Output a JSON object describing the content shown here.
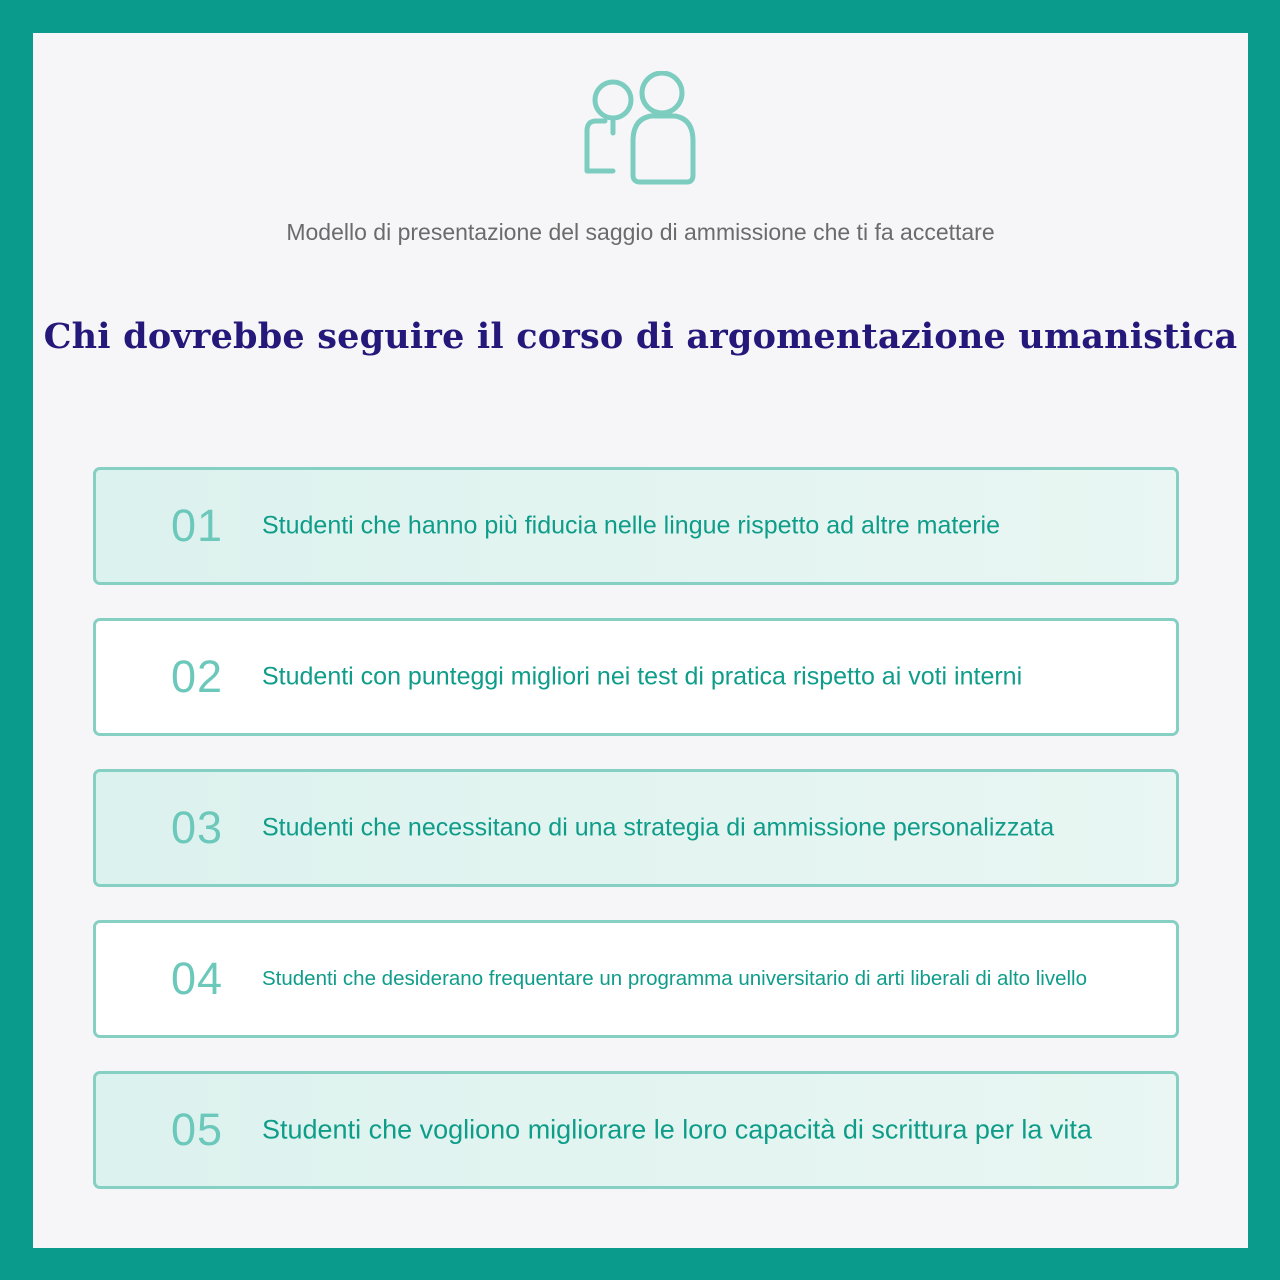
{
  "icon": "people-group-icon",
  "subtitle": "Modello di presentazione del saggio di ammissione che ti fa accettare",
  "heading": "Chi dovrebbe seguire il corso di argomentazione umanistica",
  "colors": {
    "frame": "#0a9b8c",
    "heading": "#24197a",
    "accent": "#0f9d8a",
    "number": "#6cc8ba",
    "border": "#86cfc3"
  },
  "items": [
    {
      "number": "01",
      "text": "Studenti che hanno più fiducia nelle lingue rispetto ad altre materie"
    },
    {
      "number": "02",
      "text": "Studenti con punteggi migliori nei test di pratica rispetto ai voti interni"
    },
    {
      "number": "03",
      "text": "Studenti che necessitano di una strategia di ammissione personalizzata"
    },
    {
      "number": "04",
      "text": "Studenti che desiderano frequentare un programma universitario di arti liberali di alto livello"
    },
    {
      "number": "05",
      "text": "Studenti che vogliono migliorare le loro capacità di scrittura per la vita"
    }
  ]
}
